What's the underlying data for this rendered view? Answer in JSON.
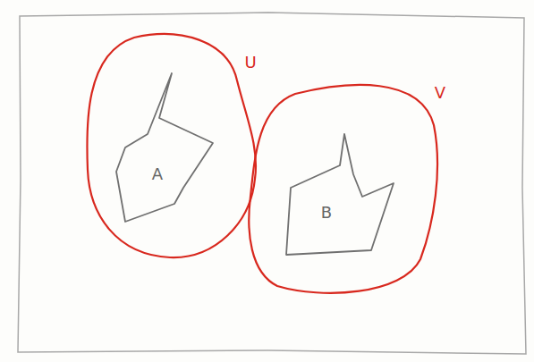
{
  "diagram": {
    "nodes": [
      {
        "text": [
          "U"
        ]
      },
      {
        "text": [
          "A"
        ],
        "in": 0
      },
      {
        "text": [
          "V"
        ]
      },
      {
        "text": [
          "B"
        ],
        "in": 2
      }
    ]
  }
}
